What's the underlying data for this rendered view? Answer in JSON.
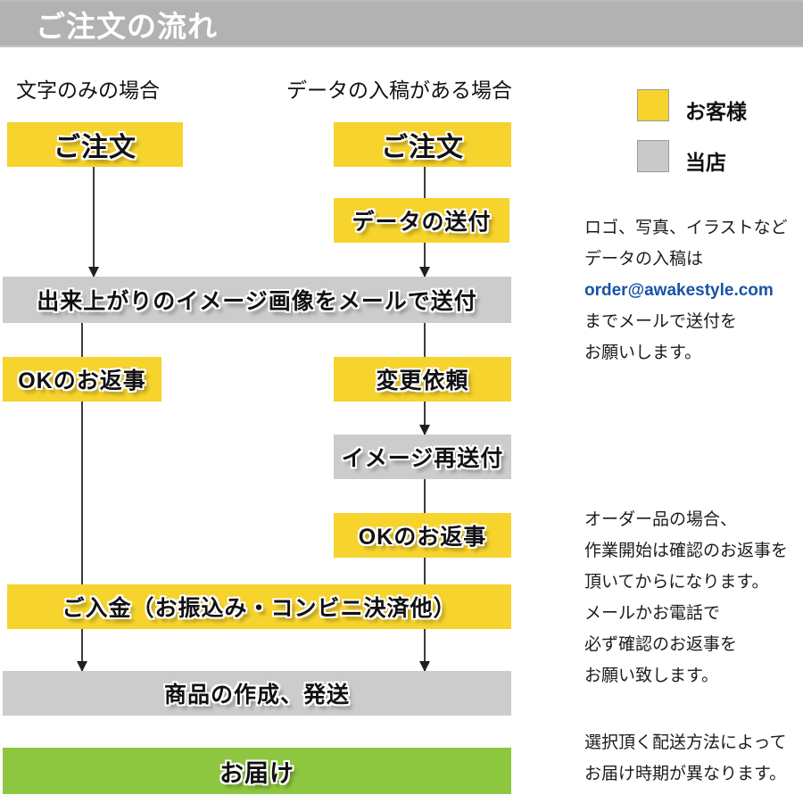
{
  "header": {
    "title": "ご注文の流れ"
  },
  "columns": {
    "text_only": "文字のみの場合",
    "with_data": "データの入稿がある場合"
  },
  "legend": {
    "customer_label": "お客様",
    "shop_label": "当店"
  },
  "colors": {
    "customer_yellow": "#f6d32d",
    "shop_gray": "#cccccc",
    "delivery_green": "#8dc63f",
    "header_gray": "#b2b2b2",
    "email_blue": "#1753a5"
  },
  "flow": {
    "order_left": "ご注文",
    "order_right": "ご注文",
    "data_send": "データの送付",
    "image_send": "出来上がりのイメージ画像をメールで送付",
    "ok_left": "OKのお返事",
    "change_request": "変更依頼",
    "image_resend": "イメージ再送付",
    "ok_right": "OKのお返事",
    "payment": "ご入金（お振込み・コンビニ決済他）",
    "production": "商品の作成、発送",
    "delivery": "お届け"
  },
  "notes": {
    "submission": {
      "lines_before": [
        "ロゴ、写真、イラストなど",
        "データの入稿は"
      ],
      "email": "order@awakestyle.com",
      "lines_after": [
        "までメールで送付を",
        "お願いします。"
      ]
    },
    "confirmation": {
      "lines": [
        "オーダー品の場合、",
        "作業開始は確認のお返事を",
        "頂いてからになります。",
        "メールかお電話で",
        "必ず確認のお返事を",
        "お願い致します。"
      ]
    },
    "delivery": {
      "lines": [
        "選択頂く配送方法によって",
        "お届け時期が異なります。"
      ]
    }
  }
}
